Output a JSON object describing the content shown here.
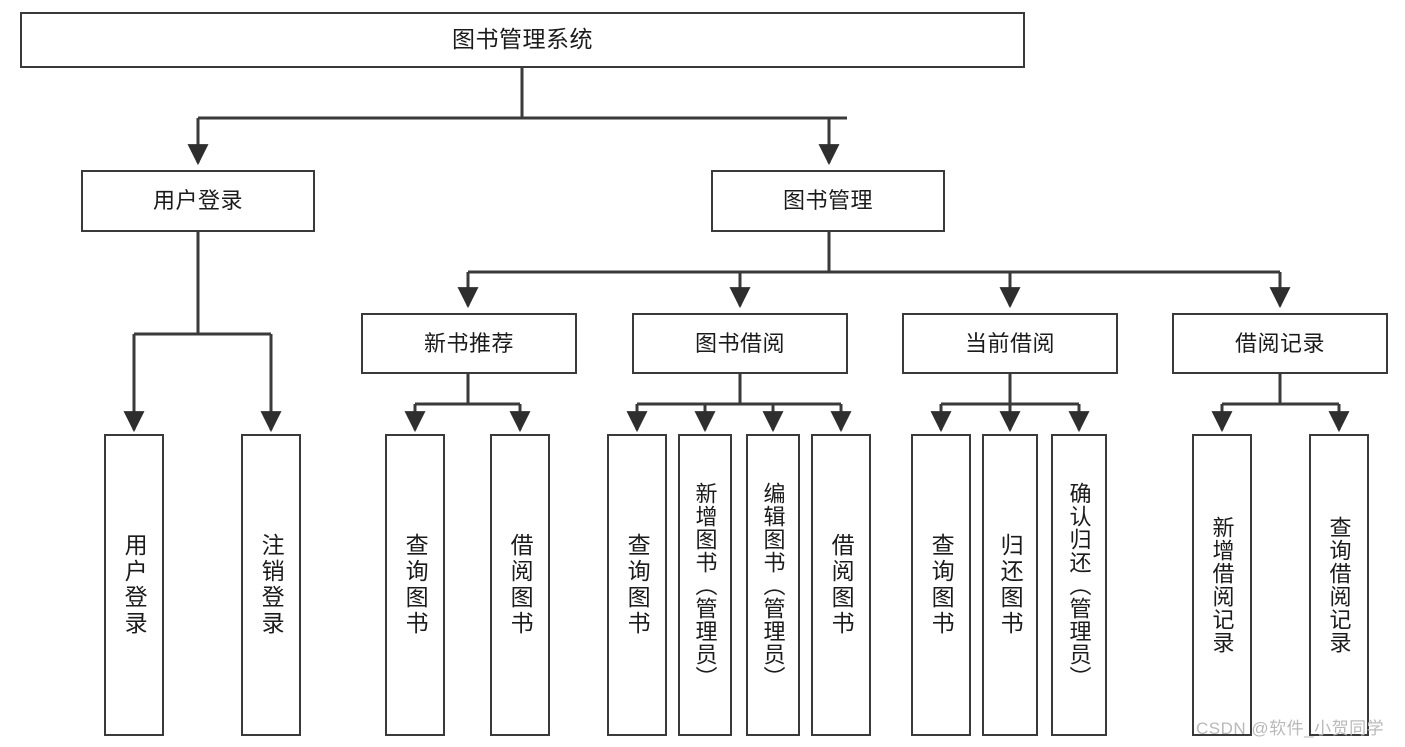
{
  "diagram": {
    "type": "tree",
    "title_node": {
      "id": "root",
      "label": "图书管理系统"
    },
    "level2": [
      {
        "id": "user-login",
        "label": "用户登录"
      },
      {
        "id": "book-management",
        "label": "图书管理"
      }
    ],
    "level3": [
      {
        "id": "new-book-recommend",
        "label": "新书推荐",
        "parent": "book-management"
      },
      {
        "id": "book-borrow",
        "label": "图书借阅",
        "parent": "book-management"
      },
      {
        "id": "current-borrow",
        "label": "当前借阅",
        "parent": "book-management"
      },
      {
        "id": "borrow-record",
        "label": "借阅记录",
        "parent": "book-management"
      }
    ],
    "leaves": {
      "user-login": [
        {
          "id": "leaf-user-login",
          "label": "用户登录"
        },
        {
          "id": "leaf-logout",
          "label": "注销登录"
        }
      ],
      "new-book-recommend": [
        {
          "id": "leaf-query-book-1",
          "label": "查询图书"
        },
        {
          "id": "leaf-borrow-book-1",
          "label": "借阅图书"
        }
      ],
      "book-borrow": [
        {
          "id": "leaf-query-book-2",
          "label": "查询图书"
        },
        {
          "id": "leaf-add-book",
          "label": "新增图书（管理员）"
        },
        {
          "id": "leaf-edit-book",
          "label": "编辑图书（管理员）"
        },
        {
          "id": "leaf-borrow-book-2",
          "label": "借阅图书"
        }
      ],
      "current-borrow": [
        {
          "id": "leaf-query-book-3",
          "label": "查询图书"
        },
        {
          "id": "leaf-return-book",
          "label": "归还图书"
        },
        {
          "id": "leaf-confirm-return",
          "label": "确认归还（管理员）"
        }
      ],
      "borrow-record": [
        {
          "id": "leaf-add-record",
          "label": "新增借阅记录"
        },
        {
          "id": "leaf-query-record",
          "label": "查询借阅记录"
        }
      ]
    }
  },
  "watermark": {
    "text": "CSDN @软件_小贺同学"
  },
  "colors": {
    "stroke": "#3a3a3a",
    "text": "#1b1b1b",
    "background": "#ffffff",
    "watermark": "#b9b9b9"
  }
}
